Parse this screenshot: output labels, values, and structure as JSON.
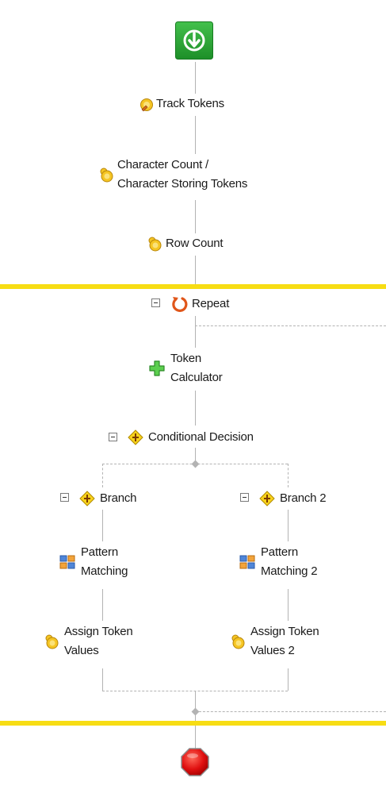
{
  "workflow": {
    "start": {
      "icon": "download-arrow-icon",
      "color": "#2fa53a"
    },
    "steps": {
      "track_tokens": {
        "label": "Track Tokens",
        "icon": "token-edit-icon"
      },
      "character_count": {
        "label_line1": "Character Count /",
        "label_line2": "Character Storing Tokens",
        "icon": "token-icon"
      },
      "row_count": {
        "label": "Row Count",
        "icon": "token-icon"
      }
    },
    "repeat": {
      "label": "Repeat",
      "icon": "repeat-icon",
      "bar_color": "#f7dd14"
    },
    "token_calculator": {
      "label_line1": "Token",
      "label_line2": "Calculator",
      "icon": "green-plus-icon"
    },
    "conditional": {
      "label": "Conditional Decision",
      "icon": "decision-diamond-icon"
    },
    "branches": [
      {
        "label": "Branch",
        "pattern": {
          "label_line1": "Pattern",
          "label_line2": "Matching"
        },
        "assign": {
          "label_line1": "Assign Token",
          "label_line2": "Values"
        }
      },
      {
        "label": "Branch 2",
        "pattern": {
          "label_line1": "Pattern",
          "label_line2": "Matching 2"
        },
        "assign": {
          "label_line1": "Assign Token",
          "label_line2": "Values 2"
        }
      }
    ],
    "end": {
      "icon": "stop-octagon-icon",
      "color": "#e01010"
    }
  }
}
